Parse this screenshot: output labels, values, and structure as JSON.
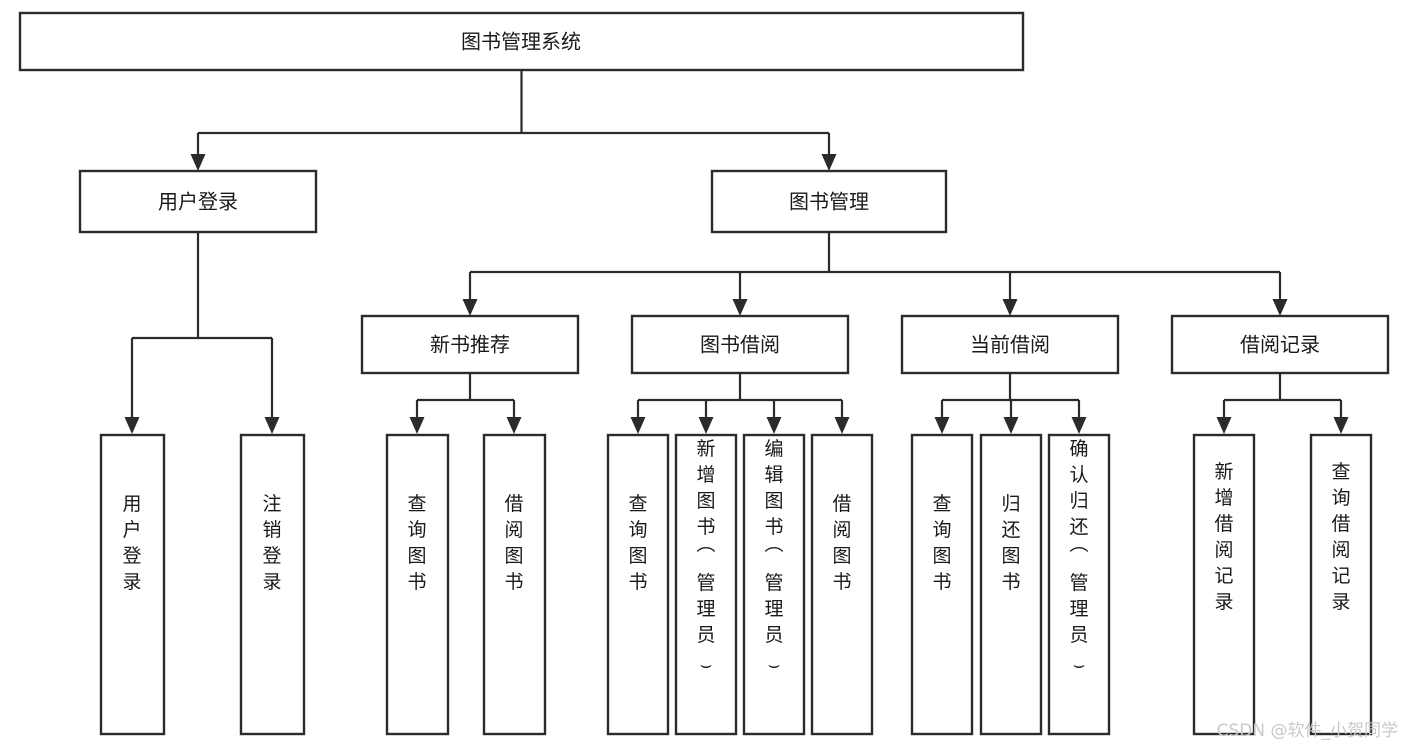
{
  "diagram": {
    "title": "图书管理系统",
    "type": "tree-structure-chart",
    "root": {
      "label": "图书管理系统"
    },
    "level2": [
      {
        "label": "用户登录"
      },
      {
        "label": "图书管理"
      }
    ],
    "level3": [
      {
        "label": "新书推荐"
      },
      {
        "label": "图书借阅"
      },
      {
        "label": "当前借阅"
      },
      {
        "label": "借阅记录"
      }
    ],
    "leaves": {
      "user_login": [
        {
          "label": "用户登录"
        },
        {
          "label": "注销登录"
        }
      ],
      "new_book_recommend": [
        {
          "label": "查询图书"
        },
        {
          "label": "借阅图书"
        }
      ],
      "book_borrow": [
        {
          "label": "查询图书"
        },
        {
          "label": "新增图书（管理员）"
        },
        {
          "label": "编辑图书（管理员）"
        },
        {
          "label": "借阅图书"
        }
      ],
      "current_borrow": [
        {
          "label": "查询图书"
        },
        {
          "label": "归还图书"
        },
        {
          "label": "确认归还（管理员）"
        }
      ],
      "borrow_record": [
        {
          "label": "新增借阅记录"
        },
        {
          "label": "查询借阅记录"
        }
      ]
    }
  },
  "watermark": {
    "text": "CSDN @软件_小贺同学"
  },
  "colors": {
    "stroke": "#2b2b2b",
    "fill": "#ffffff",
    "text": "#1a1a1a",
    "watermark": "#c9c9c9"
  }
}
